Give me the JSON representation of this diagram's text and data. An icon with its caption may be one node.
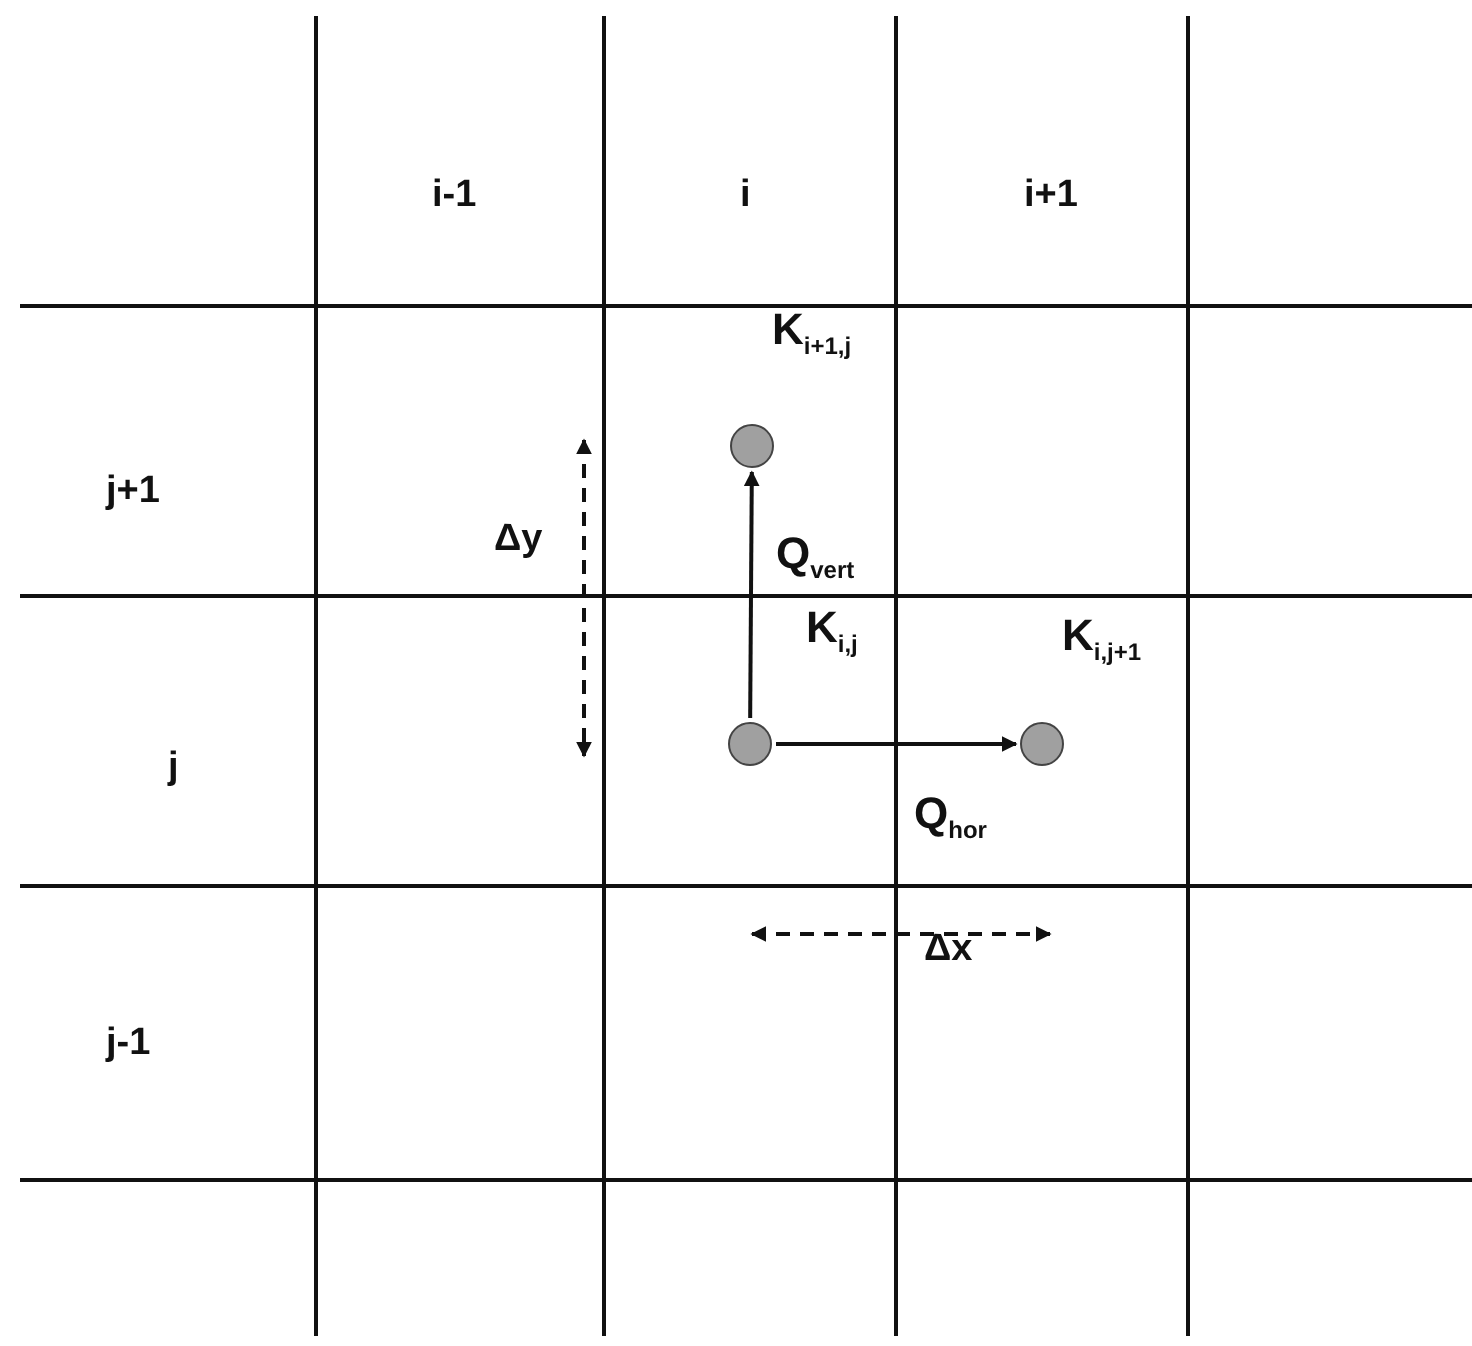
{
  "diagram": {
    "nodes": [
      {
        "text": [],
        "shape": "circle"
      },
      {
        "text": [],
        "shape": "circle"
      },
      {
        "text": [],
        "shape": "circle"
      }
    ],
    "edges": [
      {
        "from": 1,
        "to": 0,
        "arrow": "to",
        "label": "Q$_{vert}$"
      },
      {
        "from": 1,
        "to": 2,
        "arrow": "to",
        "label": "Q$_{hor}$"
      }
    ],
    "labels": [
      "i-1",
      "i",
      "i+1",
      "K$_{i+1,j}$",
      "j+1",
      "Δy",
      "K$_{i,j}$",
      "K$_{i,j+1}$",
      "j",
      "Δx",
      "j-1"
    ]
  }
}
